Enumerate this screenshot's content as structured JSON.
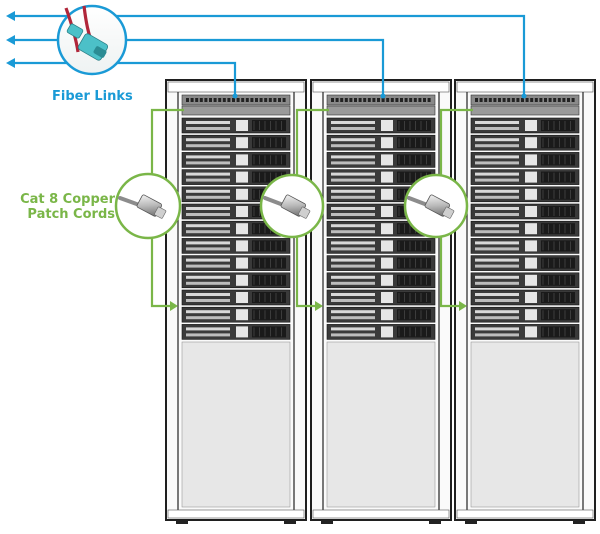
{
  "labels": {
    "fiber": "Fiber Links",
    "copper_line1": "Cat 8 Copper",
    "copper_line2": "Patch Cords"
  },
  "colors": {
    "fiber": "#1a9ad6",
    "copper": "#7ab648",
    "rack_frame": "#1f1f1f",
    "rack_panel": "#e7e7e7",
    "server": "#3a3a3a",
    "fiber_connector": "#4cc0c8",
    "fiber_cable": "#b0263a"
  },
  "icons": {
    "fiber_arrow": "arrow-left-icon",
    "copper_arrow": "arrow-right-icon",
    "fiber_magnifier": "lc-duplex-connector-icon",
    "copper_magnifier": "rj45-shielded-plug-icon"
  },
  "racks": [
    {
      "id": "rack-1"
    },
    {
      "id": "rack-2"
    },
    {
      "id": "rack-3"
    }
  ]
}
